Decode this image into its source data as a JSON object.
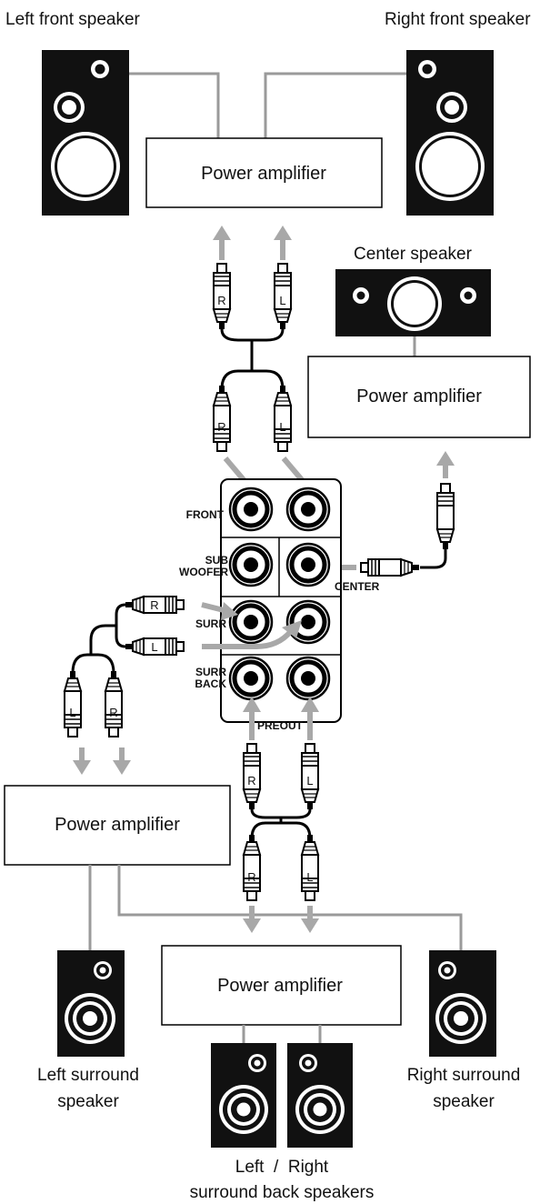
{
  "labels": {
    "left_front": "Left front speaker",
    "right_front": "Right front speaker",
    "center": "Center speaker",
    "left_surround_1": "Left surround",
    "left_surround_2": "speaker",
    "right_surround_1": "Right surround",
    "right_surround_2": "speaker",
    "surround_back_1": "Left  /  Right",
    "surround_back_2": "surround back speakers"
  },
  "amplifiers": {
    "front": "Power amplifier",
    "center": "Power amplifier",
    "surround": "Power amplifier",
    "surround_back": "Power amplifier"
  },
  "jack_panel": {
    "front": "FRONT",
    "sub_1": "SUB",
    "sub_2": "WOOFER",
    "center": "CENTER",
    "surr": "SURR",
    "surr_back_1": "SURR",
    "surr_back_2": "BACK",
    "preout": "PREOUT"
  },
  "plug_letters": {
    "r": "R",
    "l": "L"
  },
  "colors": {
    "speaker_body": "#111111",
    "wire": "#9a9a9a",
    "arrow": "#a8a8a8",
    "cable": "#000000"
  }
}
